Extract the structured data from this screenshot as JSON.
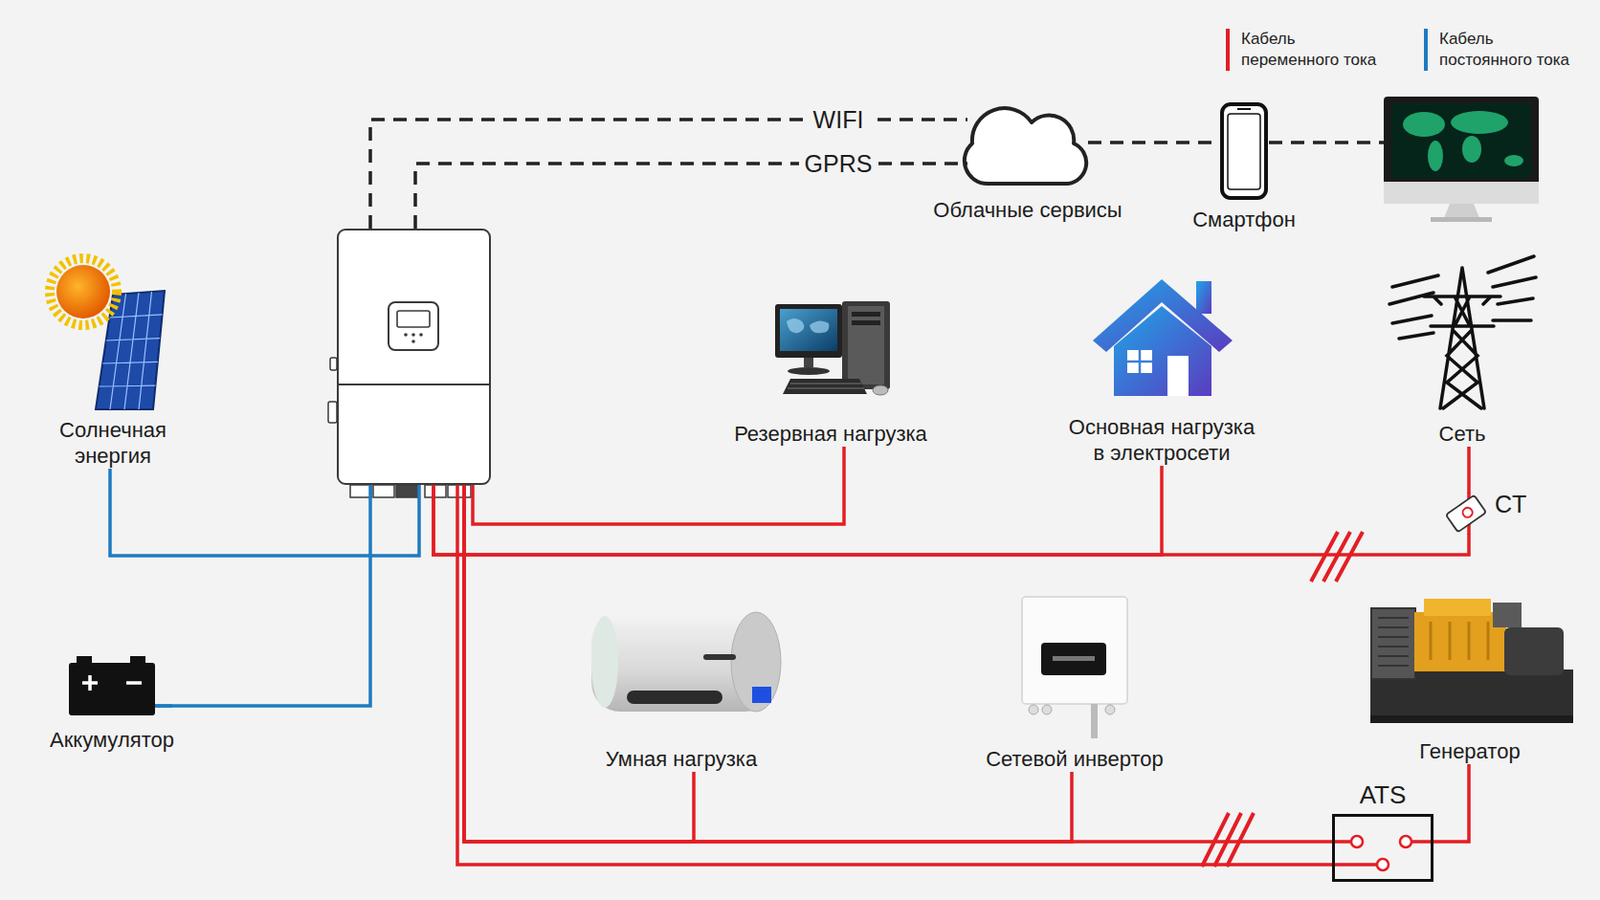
{
  "diagram": {
    "nodes": [
      {
        "text": [
          "Солнечная энергия"
        ]
      },
      {
        "text": []
      },
      {
        "text": [
          "Аккумулятор"
        ]
      },
      {
        "text": [
          "Резервная нагрузка"
        ]
      },
      {
        "text": [
          "Основная нагрузка в электросети"
        ]
      },
      {
        "text": [
          "Сеть"
        ]
      },
      {
        "text": [
          "Облачные сервисы"
        ]
      },
      {
        "text": [
          "Смартфон"
        ]
      },
      {
        "text": []
      },
      {
        "text": [
          "Умная нагрузка"
        ]
      },
      {
        "text": [
          "Сетевой инвертор"
        ]
      },
      {
        "text": [
          "Генератор"
        ]
      },
      {
        "text": [
          "ATS"
        ]
      },
      {
        "text": [
          "CT"
        ]
      }
    ],
    "edges": [
      {
        "from": 1,
        "to": 6,
        "arrow": "none",
        "label": "WIFI"
      },
      {
        "from": 1,
        "to": 6,
        "arrow": "none",
        "label": "GPRS"
      },
      {
        "from": 6,
        "to": 7,
        "arrow": "none"
      },
      {
        "from": 7,
        "to": 8,
        "arrow": "none"
      },
      {
        "from": 0,
        "to": 1,
        "arrow": "none"
      },
      {
        "from": 2,
        "to": 1,
        "arrow": "none"
      },
      {
        "from": 1,
        "to": 3,
        "arrow": "none"
      },
      {
        "from": 1,
        "to": 4,
        "arrow": "none"
      },
      {
        "from": 1,
        "to": 13,
        "arrow": "none"
      },
      {
        "from": 13,
        "to": 5,
        "arrow": "none"
      },
      {
        "from": 1,
        "to": 9,
        "arrow": "none"
      },
      {
        "from": 1,
        "to": 10,
        "arrow": "none"
      },
      {
        "from": 1,
        "to": 12,
        "arrow": "none"
      },
      {
        "from": 1,
        "to": 12,
        "arrow": "none"
      },
      {
        "from": 11,
        "to": 12,
        "arrow": "none"
      }
    ],
    "legend": [
      {
        "text": "Кабель переменного тока",
        "color": "#e31e24"
      },
      {
        "text": "Кабель постоянного тока",
        "color": "#1f7bc1"
      }
    ]
  }
}
